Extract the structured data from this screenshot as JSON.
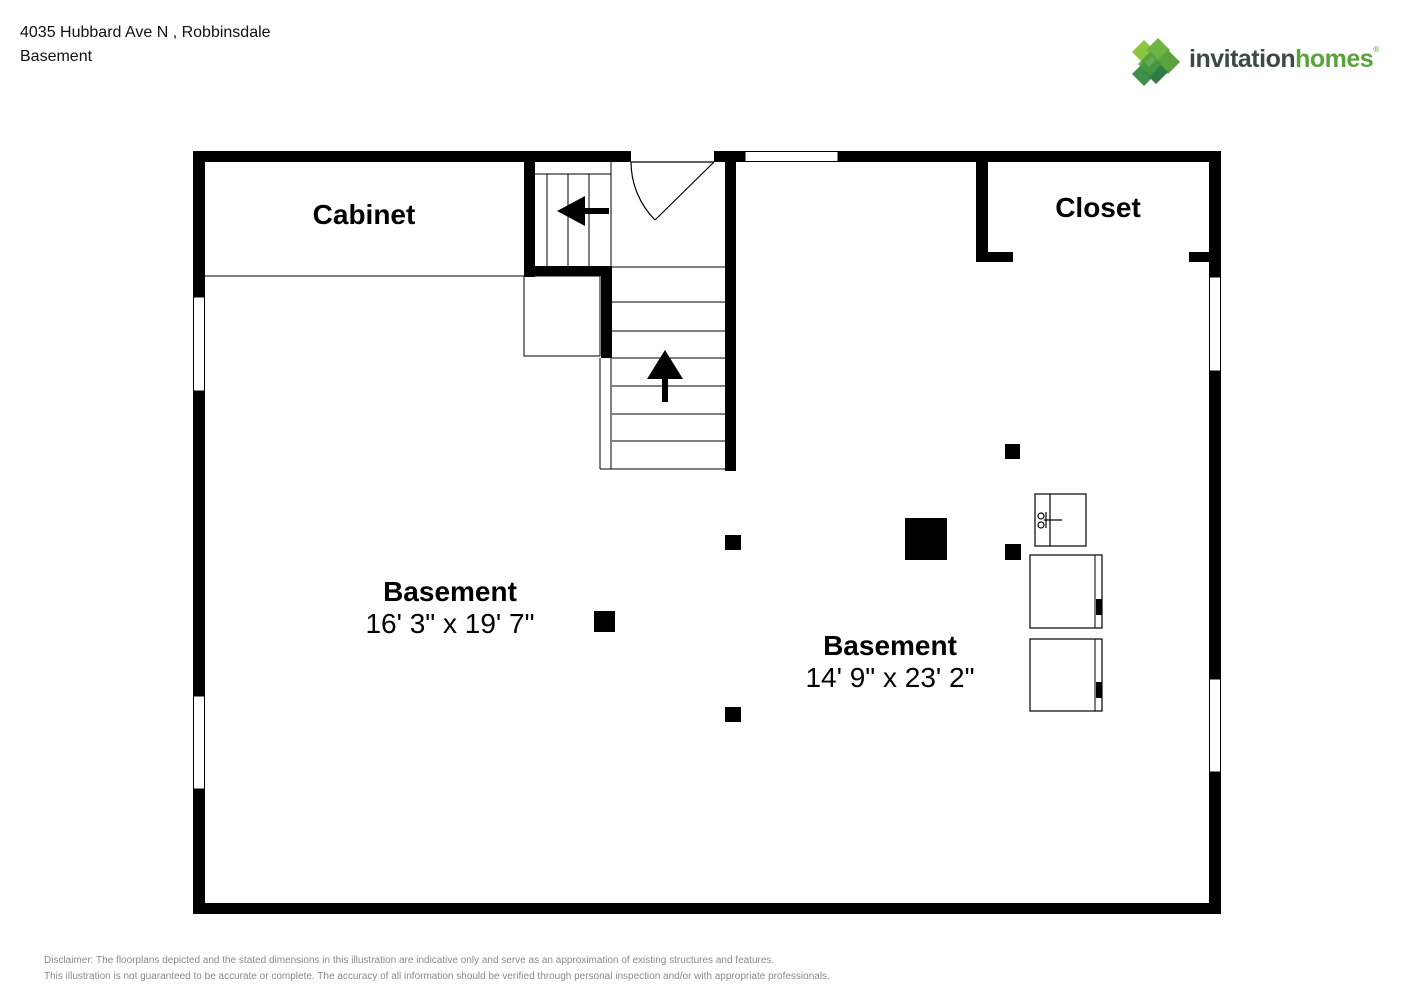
{
  "header": {
    "address": "4035 Hubbard Ave N , Robbinsdale",
    "level": "Basement"
  },
  "logo": {
    "word1": "invitation",
    "word2": "homes",
    "mark": "invitation-homes-diamond-logo",
    "colors": [
      "#8cc63f",
      "#5aa33c",
      "#3f8f4a",
      "#2e7d46"
    ]
  },
  "rooms": {
    "cabinet": {
      "name": "Cabinet"
    },
    "closet": {
      "name": "Closet"
    },
    "basement_left": {
      "name": "Basement",
      "dims": "16' 3\" x 19' 7\""
    },
    "basement_right": {
      "name": "Basement",
      "dims": "14' 9\" x 23' 2\""
    }
  },
  "disclaimer": {
    "line1": "Disclaimer: The floorplans depicted and the stated dimensions in this illustration are indicative only and serve as an approximation of existing structures and features.",
    "line2": "This illustration is not guaranteed to be accurate or complete. The accuracy of all information should be verified through personal inspection and/or with appropriate professionals."
  },
  "icons": {
    "stair_arrow_left": "arrow-left-icon",
    "stair_arrow_up": "arrow-up-icon",
    "sink": "sink-icon",
    "appliances": "washer-dryer-icon",
    "posts": "support-post-icon"
  }
}
